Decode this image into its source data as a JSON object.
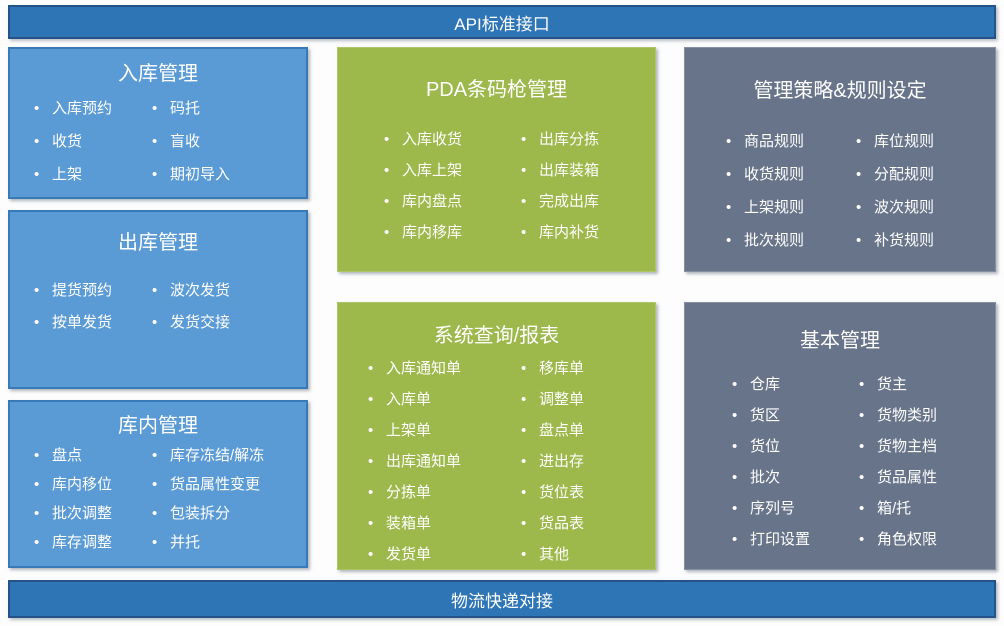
{
  "top_bar": {
    "label": "API标准接口"
  },
  "bottom_bar": {
    "label": "物流快递对接"
  },
  "boxes": [
    {
      "title": "入库管理",
      "columns": [
        [
          "入库预约",
          "收货",
          "上架"
        ],
        [
          "码托",
          "盲收",
          "期初导入"
        ]
      ]
    },
    {
      "title": "出库管理",
      "columns": [
        [
          "提货预约",
          "按单发货"
        ],
        [
          "波次发货",
          "发货交接"
        ]
      ]
    },
    {
      "title": "库内管理",
      "columns": [
        [
          "盘点",
          "库内移位",
          "批次调整",
          "库存调整"
        ],
        [
          "库存冻结/解冻",
          "货品属性变更",
          "包装拆分",
          "并托"
        ]
      ]
    },
    {
      "title": "PDA条码枪管理",
      "columns": [
        [
          "入库收货",
          "入库上架",
          "库内盘点",
          "库内移库"
        ],
        [
          "出库分拣",
          "出库装箱",
          "完成出库",
          "库内补货"
        ]
      ]
    },
    {
      "title": "系统查询/报表",
      "columns": [
        [
          "入库通知单",
          "入库单",
          "上架单",
          "出库通知单",
          "分拣单",
          "装箱单",
          "发货单"
        ],
        [
          "移库单",
          "调整单",
          "盘点单",
          "进出存",
          "货位表",
          "货品表",
          "其他"
        ]
      ]
    },
    {
      "title": "管理策略&规则设定",
      "columns": [
        [
          "商品规则",
          "收货规则",
          "上架规则",
          "批次规则"
        ],
        [
          "库位规则",
          "分配规则",
          "波次规则",
          "补货规则"
        ]
      ]
    },
    {
      "title": "基本管理",
      "columns": [
        [
          "仓库",
          "货区",
          "货位",
          "批次",
          "序列号",
          "打印设置"
        ],
        [
          "货主",
          "货物类别",
          "货物主档",
          "货品属性",
          "箱/托",
          "角色权限"
        ]
      ]
    }
  ],
  "colors": {
    "bar_fill": "#2e75b6",
    "bar_border": "#255289",
    "blue_fill": "#5b9bd5",
    "blue_border": "#3879b7",
    "green_fill": "#9db84b",
    "green_border": "#aec468",
    "gray_fill": "#68748a",
    "gray_border": "#8790a0",
    "text": "#ffffff"
  }
}
